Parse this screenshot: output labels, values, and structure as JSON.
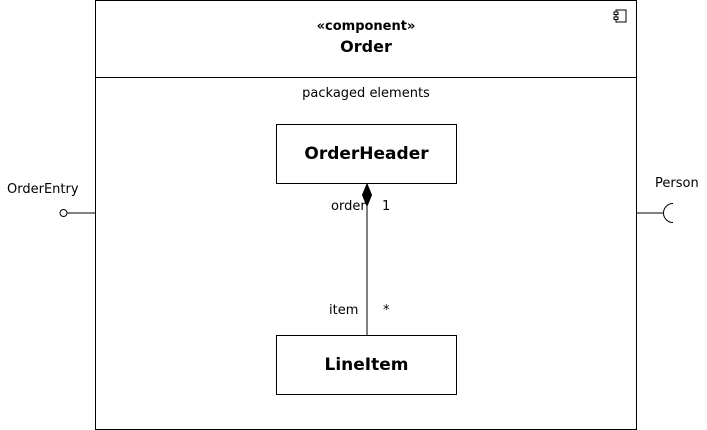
{
  "component": {
    "stereotype": "«component»",
    "name": "Order",
    "icon": "component-icon",
    "compartment_label": "packaged elements"
  },
  "classes": {
    "header": "OrderHeader",
    "line_item": "LineItem"
  },
  "association": {
    "kind": "composition",
    "whole_role": "order",
    "whole_multiplicity": "1",
    "part_role": "item",
    "part_multiplicity": "*"
  },
  "interfaces": {
    "provided": "OrderEntry",
    "required": "Person"
  }
}
